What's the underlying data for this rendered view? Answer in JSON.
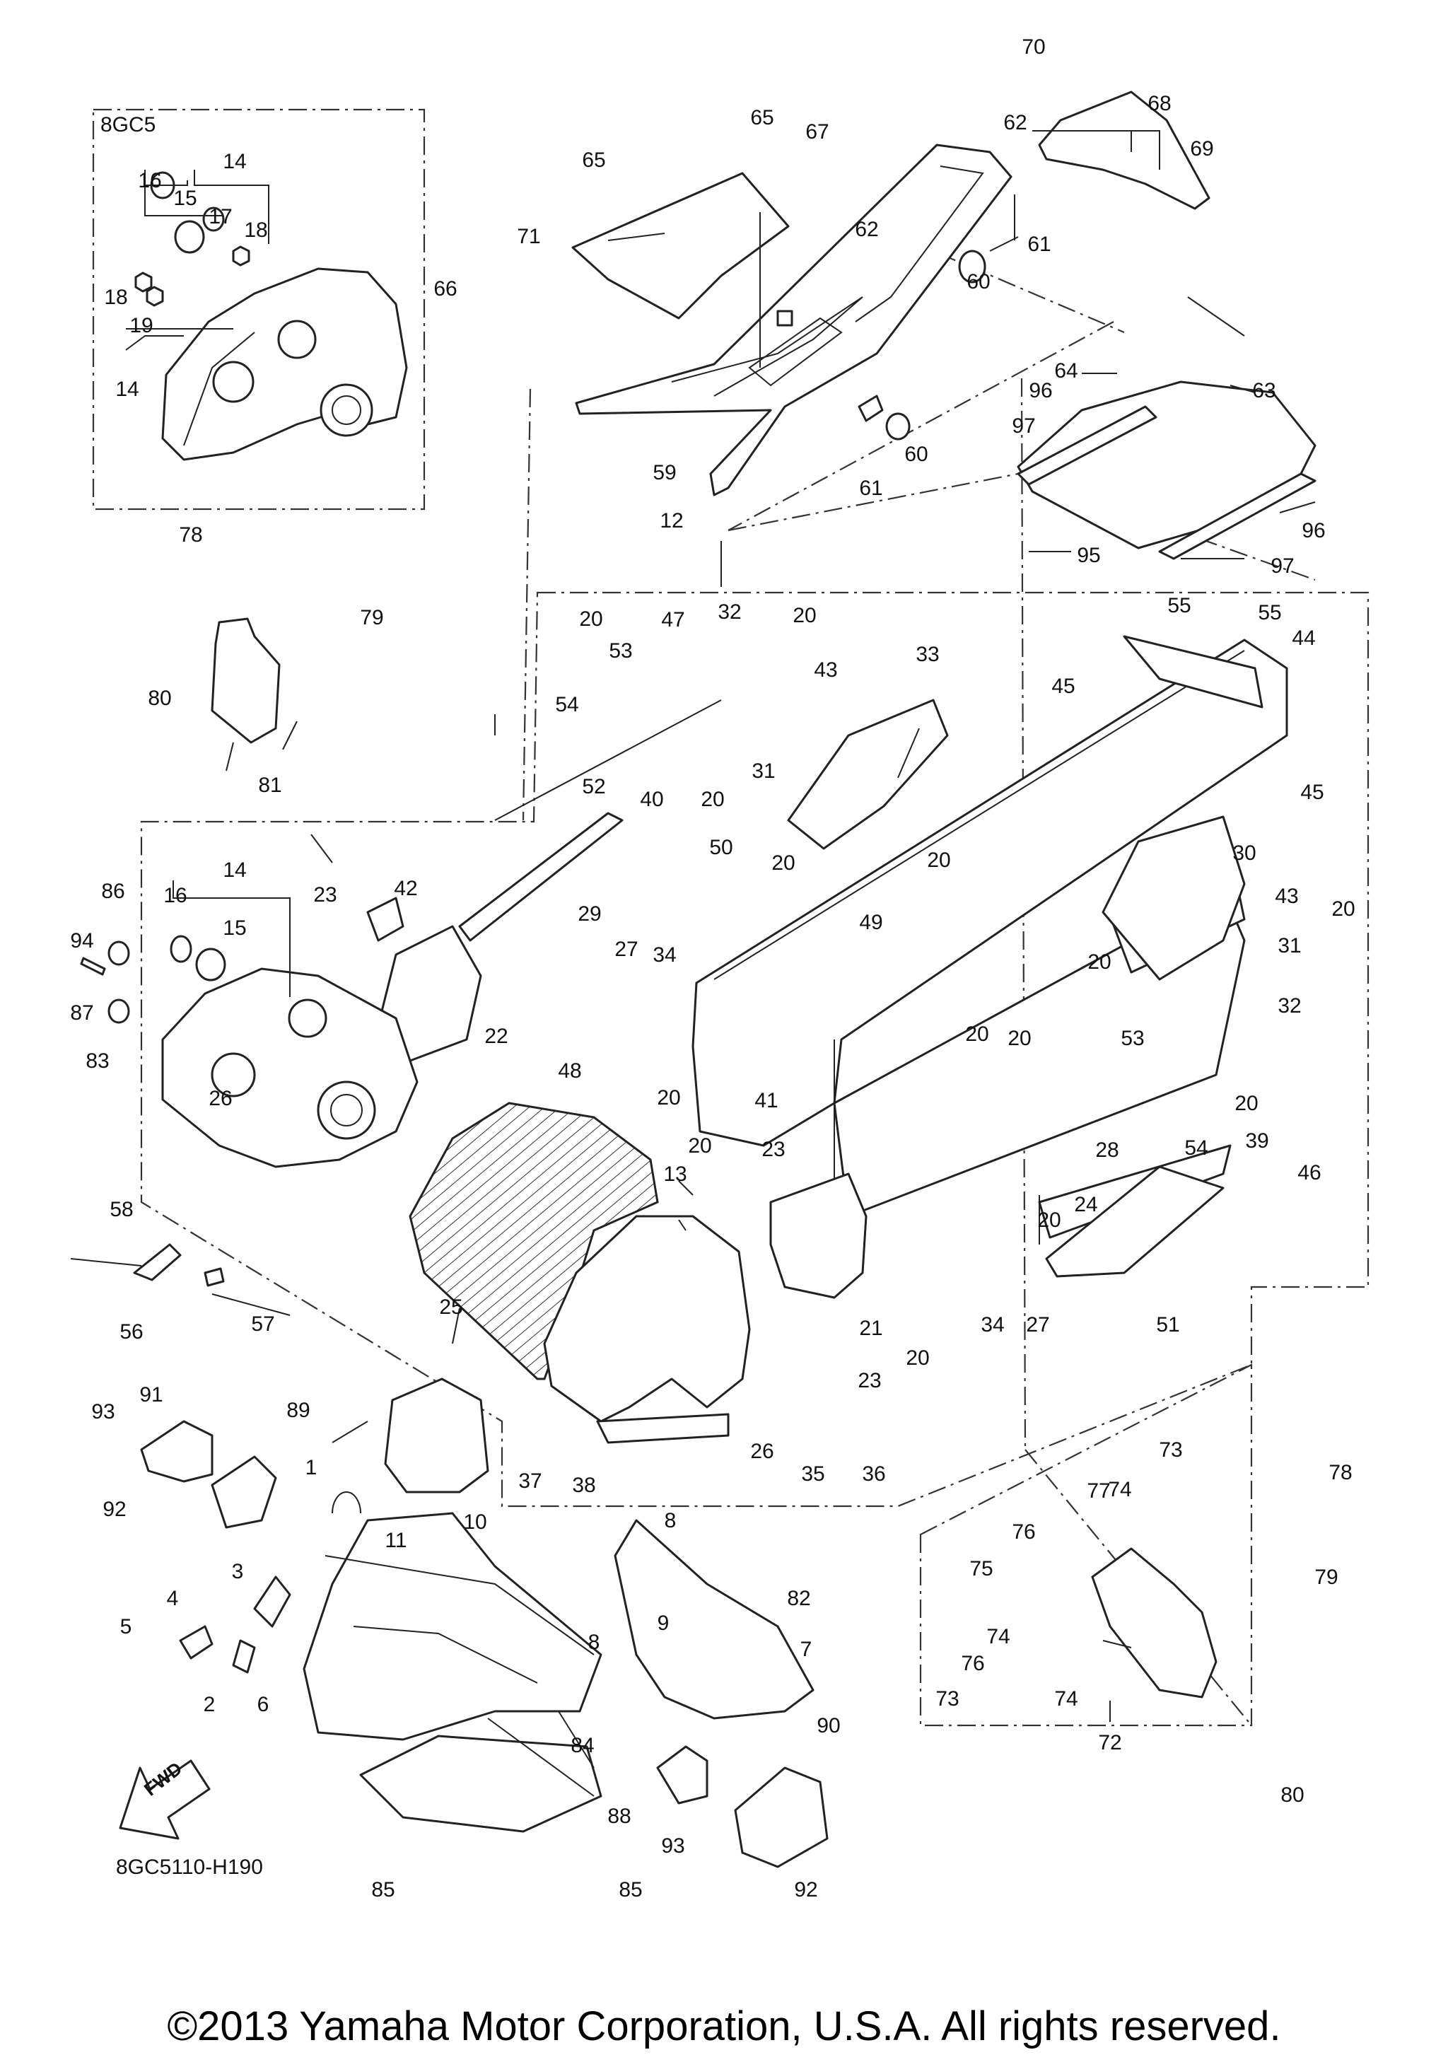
{
  "box_label": "8GC5",
  "diagram_code": "8GC5110-H190",
  "fwd_label": "FWD",
  "copyright": "©2013 Yamaha Motor Corporation, U.S.A. All rights reserved.",
  "callouts": [
    {
      "id": "c1",
      "text": "1"
    },
    {
      "id": "c2",
      "text": "2"
    },
    {
      "id": "c3",
      "text": "3"
    },
    {
      "id": "c4",
      "text": "4"
    },
    {
      "id": "c5",
      "text": "5"
    },
    {
      "id": "c6",
      "text": "6"
    },
    {
      "id": "c7",
      "text": "7"
    },
    {
      "id": "c8a",
      "text": "8"
    },
    {
      "id": "c8b",
      "text": "8"
    },
    {
      "id": "c9",
      "text": "9"
    },
    {
      "id": "c10",
      "text": "10"
    },
    {
      "id": "c11",
      "text": "11"
    },
    {
      "id": "c12",
      "text": "12"
    },
    {
      "id": "c13",
      "text": "13"
    },
    {
      "id": "c14a",
      "text": "14"
    },
    {
      "id": "c14b",
      "text": "14"
    },
    {
      "id": "c14c",
      "text": "14"
    },
    {
      "id": "c15a",
      "text": "15"
    },
    {
      "id": "c15b",
      "text": "15"
    },
    {
      "id": "c16a",
      "text": "16"
    },
    {
      "id": "c16b",
      "text": "16"
    },
    {
      "id": "c17",
      "text": "17"
    },
    {
      "id": "c18a",
      "text": "18"
    },
    {
      "id": "c18b",
      "text": "18"
    },
    {
      "id": "c19",
      "text": "19"
    },
    {
      "id": "c20a",
      "text": "20"
    },
    {
      "id": "c20b",
      "text": "20"
    },
    {
      "id": "c20c",
      "text": "20"
    },
    {
      "id": "c20d",
      "text": "20"
    },
    {
      "id": "c20e",
      "text": "20"
    },
    {
      "id": "c20f",
      "text": "20"
    },
    {
      "id": "c20g",
      "text": "20"
    },
    {
      "id": "c20h",
      "text": "20"
    },
    {
      "id": "c20i",
      "text": "20"
    },
    {
      "id": "c20j",
      "text": "20"
    },
    {
      "id": "c20k",
      "text": "20"
    },
    {
      "id": "c20l",
      "text": "20"
    },
    {
      "id": "c20m",
      "text": "20"
    },
    {
      "id": "c20n",
      "text": "20"
    },
    {
      "id": "c21",
      "text": "21"
    },
    {
      "id": "c22",
      "text": "22"
    },
    {
      "id": "c23a",
      "text": "23"
    },
    {
      "id": "c23b",
      "text": "23"
    },
    {
      "id": "c23c",
      "text": "23"
    },
    {
      "id": "c24",
      "text": "24"
    },
    {
      "id": "c25",
      "text": "25"
    },
    {
      "id": "c26a",
      "text": "26"
    },
    {
      "id": "c26b",
      "text": "26"
    },
    {
      "id": "c27a",
      "text": "27"
    },
    {
      "id": "c27b",
      "text": "27"
    },
    {
      "id": "c28",
      "text": "28"
    },
    {
      "id": "c29",
      "text": "29"
    },
    {
      "id": "c30",
      "text": "30"
    },
    {
      "id": "c31a",
      "text": "31"
    },
    {
      "id": "c31b",
      "text": "31"
    },
    {
      "id": "c32a",
      "text": "32"
    },
    {
      "id": "c32b",
      "text": "32"
    },
    {
      "id": "c33",
      "text": "33"
    },
    {
      "id": "c34a",
      "text": "34"
    },
    {
      "id": "c34b",
      "text": "34"
    },
    {
      "id": "c35",
      "text": "35"
    },
    {
      "id": "c36",
      "text": "36"
    },
    {
      "id": "c37",
      "text": "37"
    },
    {
      "id": "c38",
      "text": "38"
    },
    {
      "id": "c39",
      "text": "39"
    },
    {
      "id": "c40",
      "text": "40"
    },
    {
      "id": "c41",
      "text": "41"
    },
    {
      "id": "c42",
      "text": "42"
    },
    {
      "id": "c43a",
      "text": "43"
    },
    {
      "id": "c43b",
      "text": "43"
    },
    {
      "id": "c44",
      "text": "44"
    },
    {
      "id": "c45a",
      "text": "45"
    },
    {
      "id": "c45b",
      "text": "45"
    },
    {
      "id": "c46",
      "text": "46"
    },
    {
      "id": "c47",
      "text": "47"
    },
    {
      "id": "c48",
      "text": "48"
    },
    {
      "id": "c49",
      "text": "49"
    },
    {
      "id": "c50",
      "text": "50"
    },
    {
      "id": "c51",
      "text": "51"
    },
    {
      "id": "c52",
      "text": "52"
    },
    {
      "id": "c53a",
      "text": "53"
    },
    {
      "id": "c53b",
      "text": "53"
    },
    {
      "id": "c54a",
      "text": "54"
    },
    {
      "id": "c54b",
      "text": "54"
    },
    {
      "id": "c55a",
      "text": "55"
    },
    {
      "id": "c55b",
      "text": "55"
    },
    {
      "id": "c56",
      "text": "56"
    },
    {
      "id": "c57",
      "text": "57"
    },
    {
      "id": "c58",
      "text": "58"
    },
    {
      "id": "c59",
      "text": "59"
    },
    {
      "id": "c60a",
      "text": "60"
    },
    {
      "id": "c60b",
      "text": "60"
    },
    {
      "id": "c61a",
      "text": "61"
    },
    {
      "id": "c61b",
      "text": "61"
    },
    {
      "id": "c62a",
      "text": "62"
    },
    {
      "id": "c62b",
      "text": "62"
    },
    {
      "id": "c63",
      "text": "63"
    },
    {
      "id": "c64",
      "text": "64"
    },
    {
      "id": "c65a",
      "text": "65"
    },
    {
      "id": "c65b",
      "text": "65"
    },
    {
      "id": "c66",
      "text": "66"
    },
    {
      "id": "c67",
      "text": "67"
    },
    {
      "id": "c68",
      "text": "68"
    },
    {
      "id": "c69",
      "text": "69"
    },
    {
      "id": "c70",
      "text": "70"
    },
    {
      "id": "c71",
      "text": "71"
    },
    {
      "id": "c72",
      "text": "72"
    },
    {
      "id": "c73a",
      "text": "73"
    },
    {
      "id": "c73b",
      "text": "73"
    },
    {
      "id": "c74a",
      "text": "74"
    },
    {
      "id": "c74b",
      "text": "74"
    },
    {
      "id": "c74c",
      "text": "74"
    },
    {
      "id": "c75",
      "text": "75"
    },
    {
      "id": "c76a",
      "text": "76"
    },
    {
      "id": "c76b",
      "text": "76"
    },
    {
      "id": "c77",
      "text": "77"
    },
    {
      "id": "c78a",
      "text": "78"
    },
    {
      "id": "c78b",
      "text": "78"
    },
    {
      "id": "c79a",
      "text": "79"
    },
    {
      "id": "c79b",
      "text": "79"
    },
    {
      "id": "c80a",
      "text": "80"
    },
    {
      "id": "c80b",
      "text": "80"
    },
    {
      "id": "c81",
      "text": "81"
    },
    {
      "id": "c82",
      "text": "82"
    },
    {
      "id": "c83",
      "text": "83"
    },
    {
      "id": "c84",
      "text": "84"
    },
    {
      "id": "c85a",
      "text": "85"
    },
    {
      "id": "c85b",
      "text": "85"
    },
    {
      "id": "c86",
      "text": "86"
    },
    {
      "id": "c87",
      "text": "87"
    },
    {
      "id": "c88",
      "text": "88"
    },
    {
      "id": "c89",
      "text": "89"
    },
    {
      "id": "c90",
      "text": "90"
    },
    {
      "id": "c91",
      "text": "91"
    },
    {
      "id": "c92a",
      "text": "92"
    },
    {
      "id": "c92b",
      "text": "92"
    },
    {
      "id": "c93a",
      "text": "93"
    },
    {
      "id": "c93b",
      "text": "93"
    },
    {
      "id": "c94",
      "text": "94"
    },
    {
      "id": "c95",
      "text": "95"
    },
    {
      "id": "c96a",
      "text": "96"
    },
    {
      "id": "c96b",
      "text": "96"
    },
    {
      "id": "c97a",
      "text": "97"
    },
    {
      "id": "c97b",
      "text": "97"
    }
  ]
}
